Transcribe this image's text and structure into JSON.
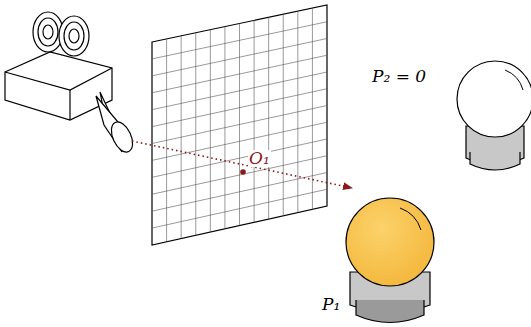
{
  "diagram": {
    "labels": [
      "O₁",
      "P₁",
      "P₂ = 0"
    ]
  }
}
